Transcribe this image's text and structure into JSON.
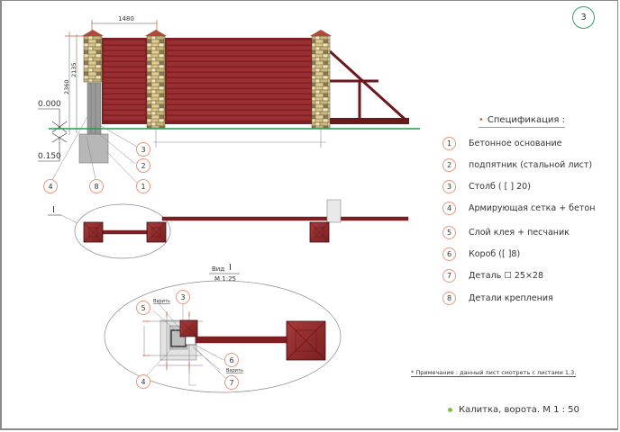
{
  "sheet_number": "3",
  "colors": {
    "panel": "#7f1f22",
    "panel_dark": "#5a1416",
    "ground_line": "#1e9e4a",
    "callout": "#e8967a",
    "dimension": "#e0502a",
    "concrete": "#b7b7b7",
    "sheet_circle": "#2fa36b",
    "caption_dot": "#7cc242"
  },
  "elevation": {
    "dim_width": "1480",
    "dim_height_total": "2360",
    "dim_height_pillar": "2135",
    "level_top": "0.000",
    "level_bottom": "0.150",
    "callouts": [
      "3",
      "2",
      "1",
      "4",
      "8"
    ]
  },
  "plan": {
    "section_mark": "I",
    "view_label": "Вид",
    "view_mark": "I",
    "view_scale": "М 1:25"
  },
  "detail": {
    "callouts": [
      "3",
      "5",
      "4",
      "6",
      "7"
    ],
    "annotation_1": "Варить",
    "annotation_2": "Варить"
  },
  "specification": {
    "title": "Спецификация :",
    "items": [
      {
        "num": "1",
        "label": "Бетонное основание"
      },
      {
        "num": "2",
        "label": "подпятник (стальной лист)"
      },
      {
        "num": "3",
        "label": "Столб ( [ ] 20)"
      },
      {
        "num": "4",
        "label": "Армирующая сетка + бетон"
      },
      {
        "num": "5",
        "label": "Слой клея + песчаник"
      },
      {
        "num": "6",
        "label": "Короб ([ ]8)"
      },
      {
        "num": "7",
        "label": "Деталь ☐ 25×28"
      },
      {
        "num": "8",
        "label": "Детали крепления"
      }
    ]
  },
  "note": {
    "star": "*",
    "text": "Примечание :  данный лист смотреть с листами 1,3."
  },
  "caption": "Калитка,  ворота.  М 1 : 50"
}
